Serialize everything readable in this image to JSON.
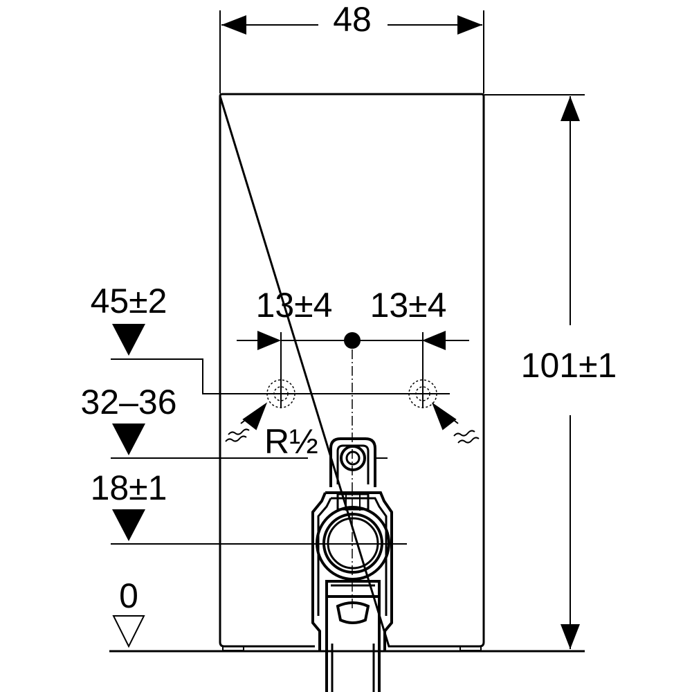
{
  "dimensions": {
    "width": "48",
    "height": "101±1",
    "offset_left": "13±4",
    "offset_right": "13±4",
    "level_top": "45±2",
    "level_mid": "32–36",
    "level_low": "18±1",
    "level_zero": "0",
    "thread": "R½"
  }
}
